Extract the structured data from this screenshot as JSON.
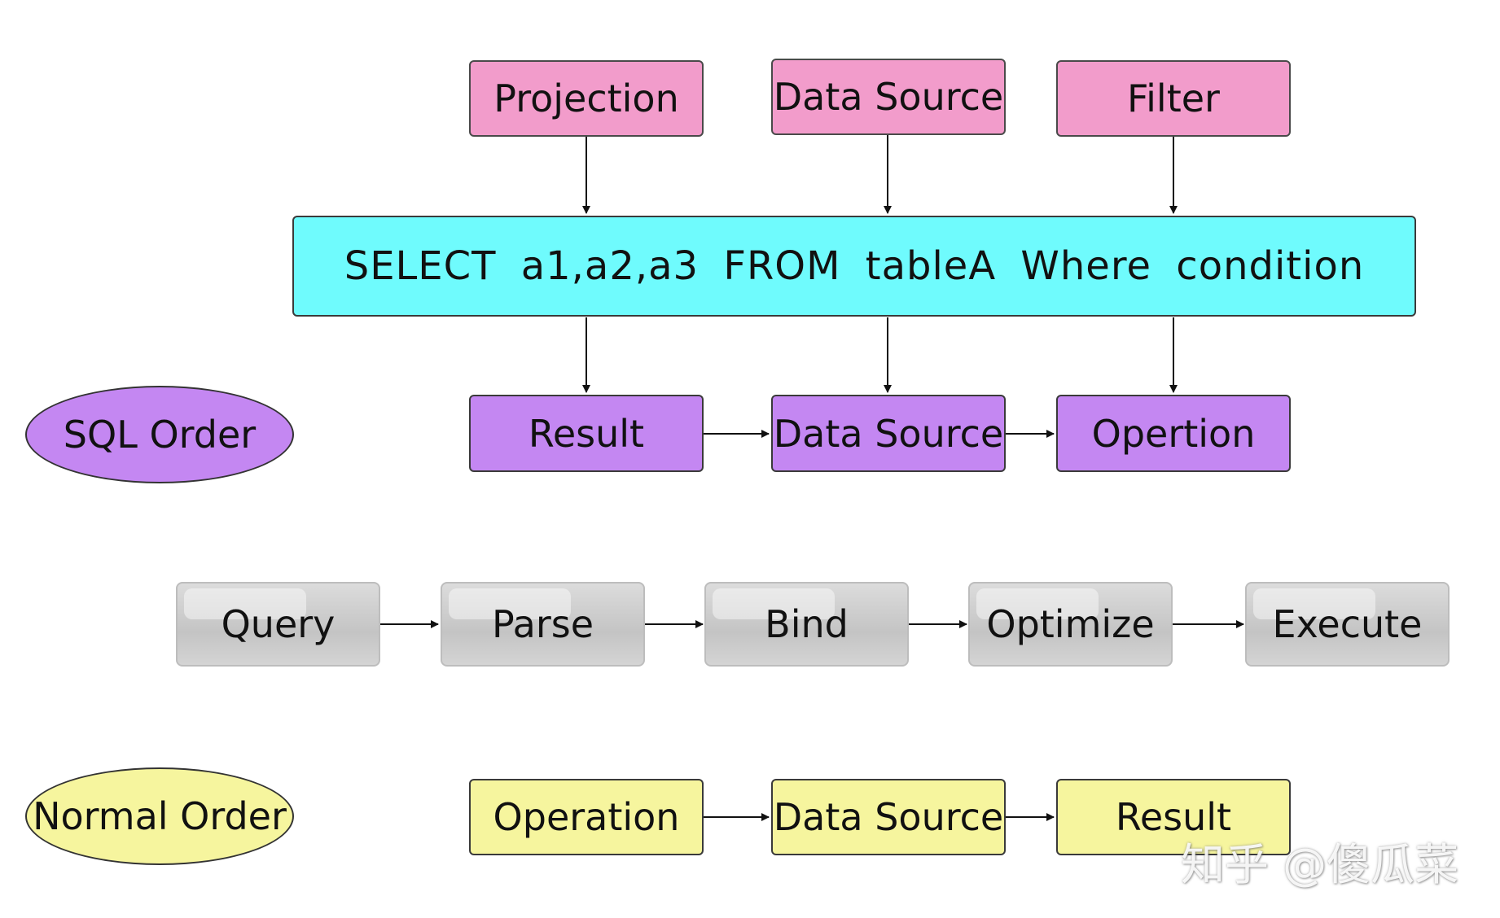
{
  "diagram": {
    "sql_clause_nodes": [
      "Projection",
      "Data Source",
      "Filter"
    ],
    "sql_statement": "SELECT a1,a2,a3 FROM tableA Where condition",
    "sql_order": {
      "label": "SQL Order",
      "steps": [
        "Result",
        "Data Source",
        "Opertion"
      ]
    },
    "pipeline": [
      "Query",
      "Parse",
      "Bind",
      "Optimize",
      "Execute"
    ],
    "normal_order": {
      "label": "Normal Order",
      "steps": [
        "Operation",
        "Data Source",
        "Result"
      ]
    },
    "watermark": "知乎 @傻瓜菜"
  },
  "colors": {
    "clause_node": "#f29ccb",
    "statement": "#6ffbfd",
    "sql_order": "#c487f2",
    "pipeline": "#cfcfcf",
    "normal_order": "#f6f59e"
  }
}
